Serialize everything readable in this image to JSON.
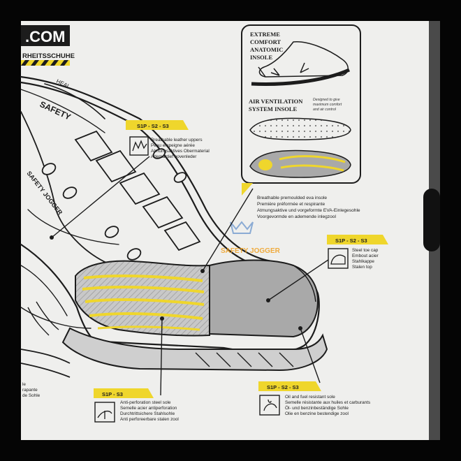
{
  "brand": {
    "domain_fragment": ".COM",
    "subtitle_fragment": "RHEITSSCHUHE"
  },
  "boot_labels": {
    "collar_fragment": "HEAL",
    "collar_brand": "SAFETY",
    "side_brand": "SAFETY JOGGER",
    "watermark": "SAFETY JOGGER"
  },
  "insole_panel": {
    "title_lines": [
      "EXTREME",
      "COMFORT",
      "ANATOMIC",
      "INSOLE"
    ],
    "ventilation_lines": [
      "AIR VENTILATION",
      "SYSTEM INSOLE"
    ],
    "design_note_lines": [
      "Designed to give",
      "maximum comfort",
      "and air control"
    ]
  },
  "eva_insole": {
    "lines": [
      "Breathable premoulded eva insole",
      "Première préformée et respirante",
      "Atmungsaktive und vorgeformte EVA-Einlegesohle",
      "Voorgevormde en ademende inlegzool"
    ]
  },
  "upper": {
    "badge": "S1P - S2 - S3",
    "icon": "breathable-leather-icon",
    "lines": [
      "Breathable leather uppers",
      "Peau empeigne aérée",
      "Atmungsaktives Obermaterial",
      "Ademactief bovenleder"
    ]
  },
  "toe_cap": {
    "badge": "S1P - S2 - S3",
    "icon": "steel-toe-cap-icon",
    "lines": [
      "Steel toe cap",
      "Embout acier",
      "Stahlkappe",
      "Stalen top"
    ]
  },
  "anti_perforation": {
    "badge": "S1P - S3",
    "icon": "anti-perforation-icon",
    "lines": [
      "Anti-perforation steel sole",
      "Semelle acier antiperforation",
      "Durchtrittsichere Stahlsohle",
      "Anti perforeerbare stalen zool"
    ]
  },
  "outsole": {
    "badge": "S1P - S2 - S3",
    "icon": "oil-resistant-icon",
    "lines": [
      "Oil and fuel resistant sole",
      "Semelle résistante aux huiles et carburants",
      "Öl- und benzinbeständige Sohle",
      "Olie en benzine bestendige zool"
    ]
  },
  "left_fragment": {
    "lines": [
      "le",
      "rapante",
      "de Sohle"
    ]
  },
  "colors": {
    "paper": "#efefed",
    "ink": "#1c1c1c",
    "accent_yellow": "#efd62c",
    "toe_gray": "#a9a9a9",
    "frame_black": "#050505"
  }
}
